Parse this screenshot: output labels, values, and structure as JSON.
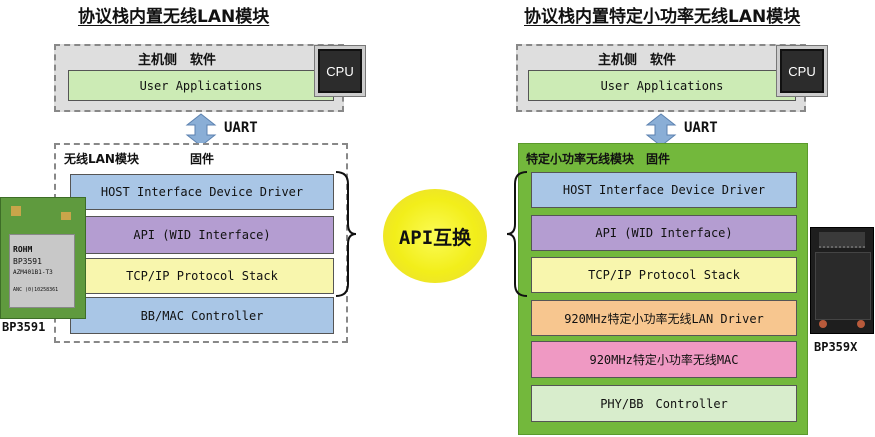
{
  "left": {
    "title": "协议栈内置无线LAN模块",
    "host_label": "主机侧　软件",
    "app_label": "User Applications",
    "cpu_label": "CPU",
    "uart_label": "UART",
    "module_label": "无线LAN模块",
    "firmware_label": "固件",
    "layers": [
      "HOST Interface Device Driver",
      "API (WID Interface)",
      "TCP/IP Protocol Stack",
      "BB/MAC Controller"
    ],
    "chip_label": "BP3591",
    "chip_text": [
      "ROHM",
      "BP3591",
      "AZM401B1-T3",
      "ANC (0)10258361"
    ]
  },
  "right": {
    "title": "协议栈内置特定小功率无线LAN模块",
    "host_label": "主机侧　软件",
    "app_label": "User Applications",
    "cpu_label": "CPU",
    "uart_label": "UART",
    "module_label": "特定小功率无线模块　固件",
    "layers": [
      "HOST Interface Device Driver",
      "API (WID Interface)",
      "TCP/IP Protocol Stack",
      "920MHz特定小功率无线LAN Driver",
      "920MHz特定小功率无线MAC",
      "PHY/BB　Controller"
    ],
    "chip_label": "BP359X"
  },
  "center_label": "API互换",
  "colors": {
    "green_module": "#73b83c",
    "app_box": "#ccebb5",
    "blue": "#a9c6e6",
    "purple": "#b49dd1",
    "yellow": "#f8f6ad",
    "orange": "#f7c68f",
    "pink": "#ef99c3",
    "arrow": "#8aaed6",
    "ellipse": "#f2ee1a"
  }
}
